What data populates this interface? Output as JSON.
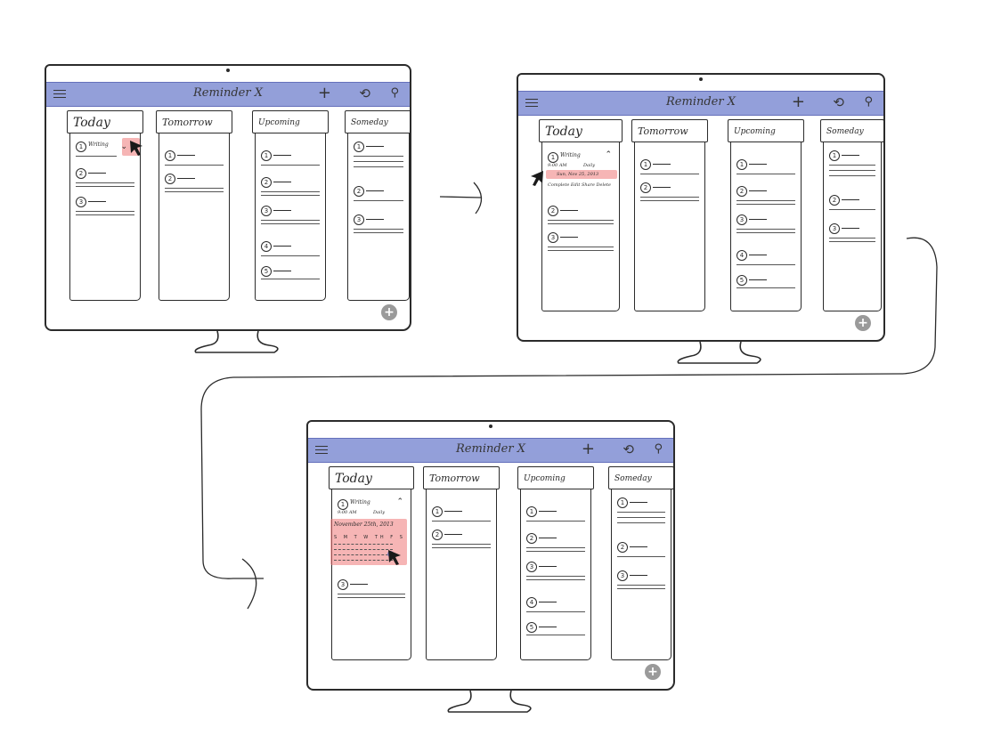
{
  "app": {
    "title": "Reminder X",
    "accent_color": "#8e9ad8",
    "highlight_color": "#ee7878"
  },
  "toolbar": {
    "menu_icon": "hamburger-icon",
    "add_label": "+",
    "history_icon": "history-icon",
    "search_icon": "search-icon"
  },
  "columns": [
    "Today",
    "Tomorrow",
    "Upcoming",
    "Someday"
  ],
  "task_numbers": [
    "1",
    "2",
    "3",
    "4",
    "5"
  ],
  "expanded_task": {
    "title": "Writing",
    "time": "9:00 AM",
    "repeat": "Daily",
    "date": "Sun, Nov 25, 2013",
    "actions": "Complete Edit Share Delete"
  },
  "calendar": {
    "month_label": "November 25th, 2013",
    "weekdays": "S M T W TH F S"
  },
  "fab_label": "+"
}
